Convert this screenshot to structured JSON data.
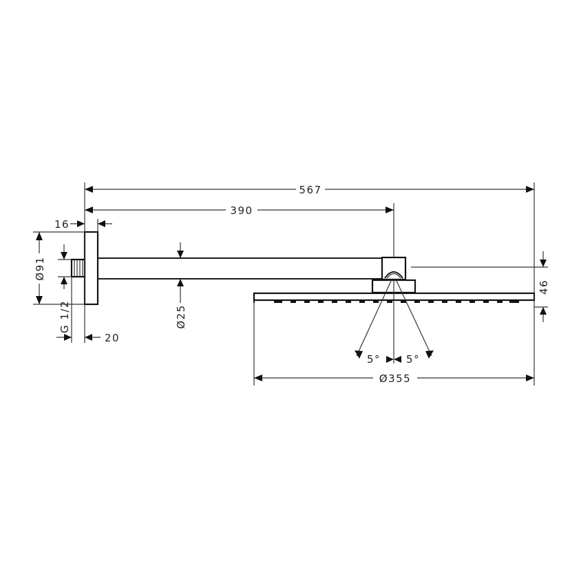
{
  "drawing": {
    "type": "technical-dimension-drawing",
    "subject": "wall-mounted overhead shower with arm",
    "units": "mm",
    "colors": {
      "line": "#1a1a1a",
      "background": "#ffffff"
    }
  },
  "dimensions": {
    "overall_length": "567",
    "arm_length": "390",
    "flange_thickness": "16",
    "flange_diameter": "Ø91",
    "thread": "G 1/2",
    "thread_length": "20",
    "arm_diameter": "Ø25",
    "head_height": "46",
    "head_diameter": "Ø355",
    "tilt_left": "5°",
    "tilt_right": "5°"
  }
}
